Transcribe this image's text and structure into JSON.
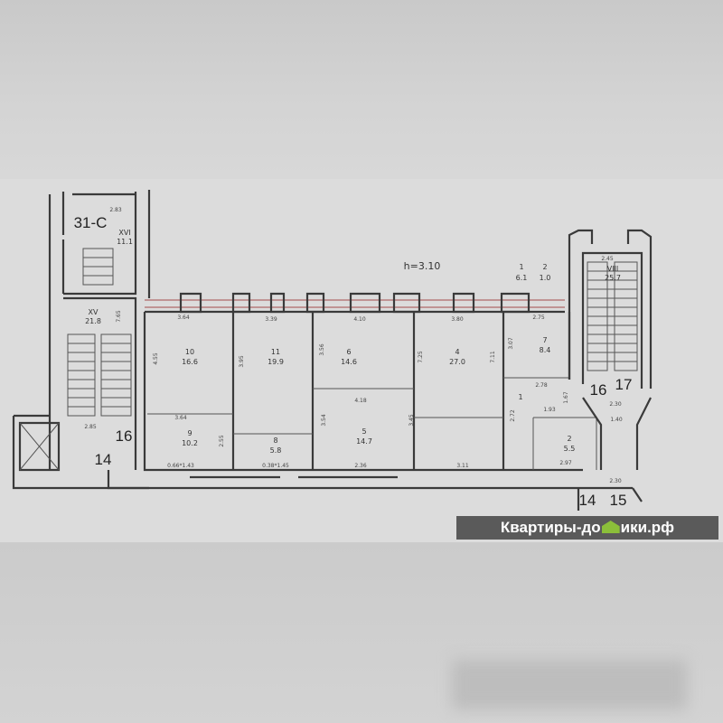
{
  "plan": {
    "height_label": "h=3.10",
    "rooms": [
      {
        "num": "10",
        "area": "16.6"
      },
      {
        "num": "11",
        "area": "19.9"
      },
      {
        "num": "6",
        "area": "14.6"
      },
      {
        "num": "4",
        "area": "27.0"
      },
      {
        "num": "7",
        "area": "8.4"
      },
      {
        "num": "9",
        "area": "10.2"
      },
      {
        "num": "8",
        "area": "5.8"
      },
      {
        "num": "5",
        "area": "14.7"
      },
      {
        "num": "2",
        "area": "5.5"
      },
      {
        "num": "XV",
        "area": "21.8"
      },
      {
        "num": "XVI",
        "area": "11.1"
      },
      {
        "num": "VIII",
        "area": "25.7"
      },
      {
        "num": "1",
        "area": "6.1"
      },
      {
        "num": "2",
        "area": "1.0"
      }
    ],
    "corridor_label": "1",
    "big_labels": [
      "31-С",
      "16",
      "14",
      "16",
      "17",
      "14",
      "15"
    ],
    "dims": [
      "3.64",
      "3.39",
      "4.10",
      "3.80",
      "2.75",
      "3.64",
      "2.85",
      "4.18",
      "2.78",
      "1.93",
      "2.30",
      "1.40",
      "2.97",
      "2.30",
      "2.36",
      "3.11",
      "0.66*1.43",
      "0.38*1.45",
      "2.83",
      "2.45"
    ],
    "vdims": [
      "4.55",
      "3.95",
      "3.56",
      "7.25",
      "7.11",
      "3.07",
      "2.55",
      "3.54",
      "3.45",
      "2.72",
      "1.67",
      "7.65"
    ]
  },
  "watermark": {
    "text": "Квартиры-домики.рф",
    "part1": "Квартиры-до",
    "part2": "ики.рф"
  }
}
